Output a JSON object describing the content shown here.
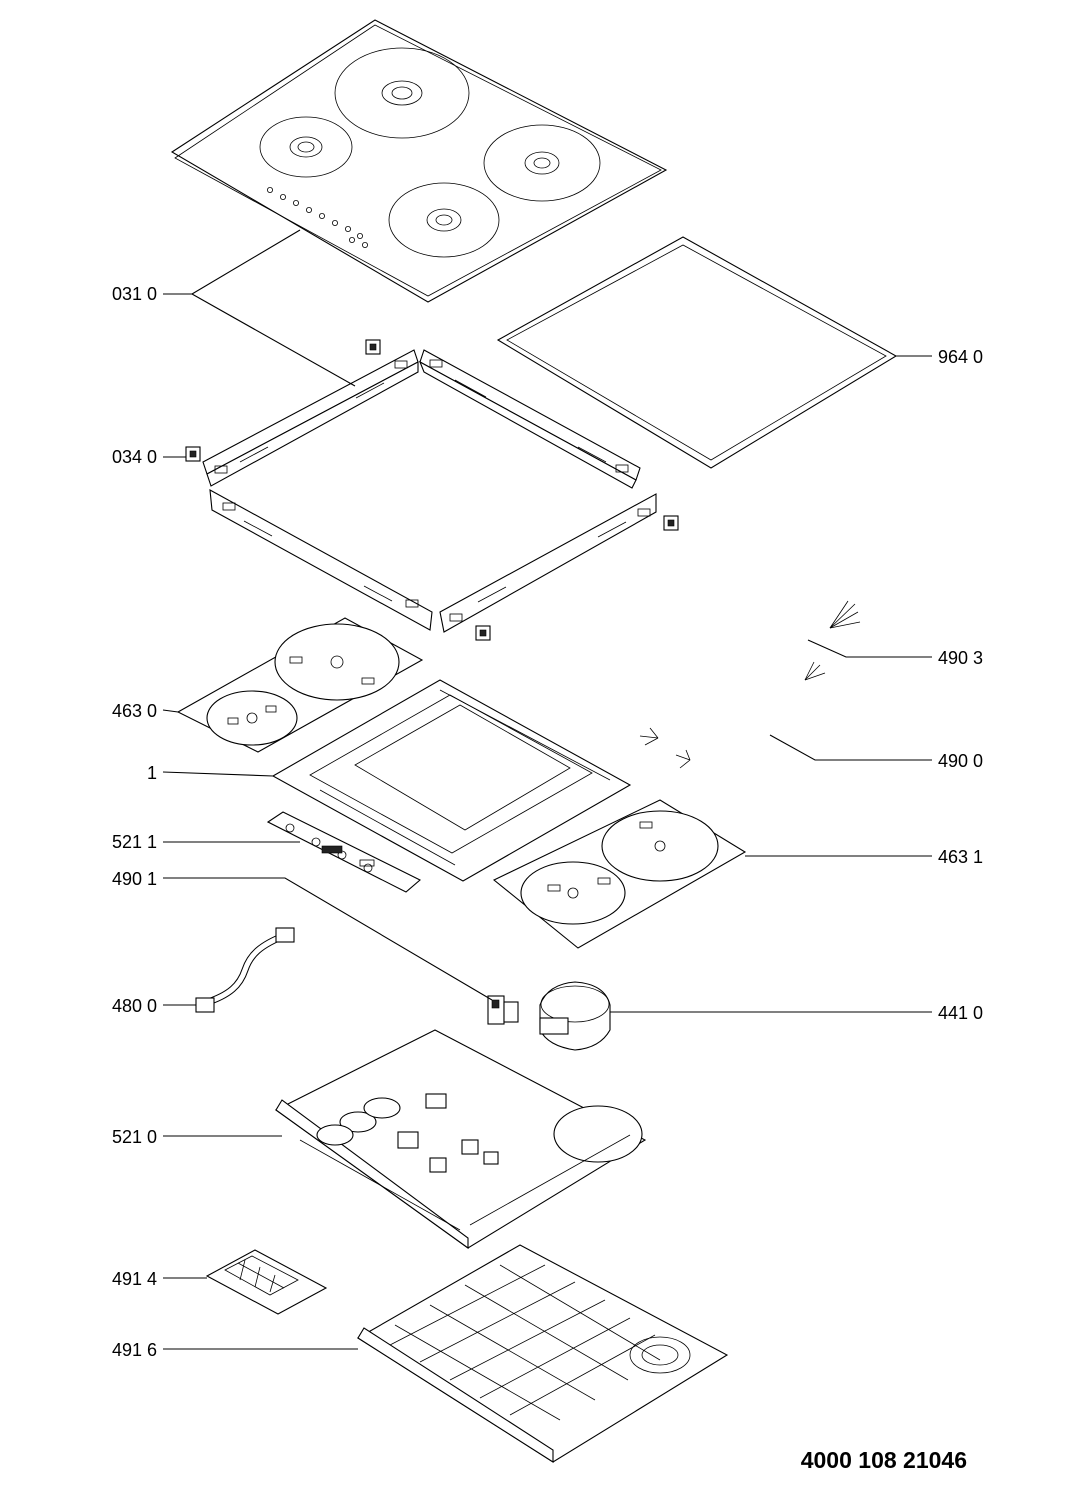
{
  "labels": {
    "cooktop_glass": "031 0",
    "seal": "964 0",
    "bracket": "034 0",
    "cable_a": "490 3",
    "cable_b": "490 0",
    "heater_left": "463 0",
    "support_frame": "1",
    "heater_right": "463 1",
    "control_board": "521 1",
    "clip": "490 1",
    "flat_cable": "480 0",
    "fan": "441 0",
    "power_board": "521 0",
    "filter": "491 4",
    "bottom_case": "491 6"
  },
  "document_number": "4000 108 21046"
}
